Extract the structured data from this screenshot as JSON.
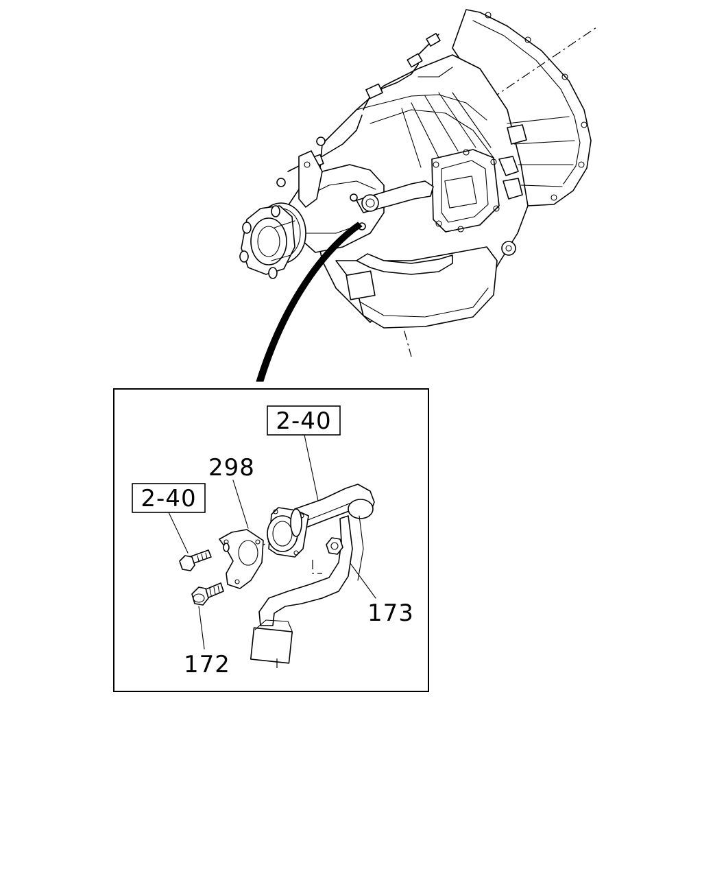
{
  "callouts": {
    "ref_top": "2-40",
    "ref_left": "2-40",
    "part_298": "298",
    "part_173": "173",
    "part_172": "172"
  }
}
